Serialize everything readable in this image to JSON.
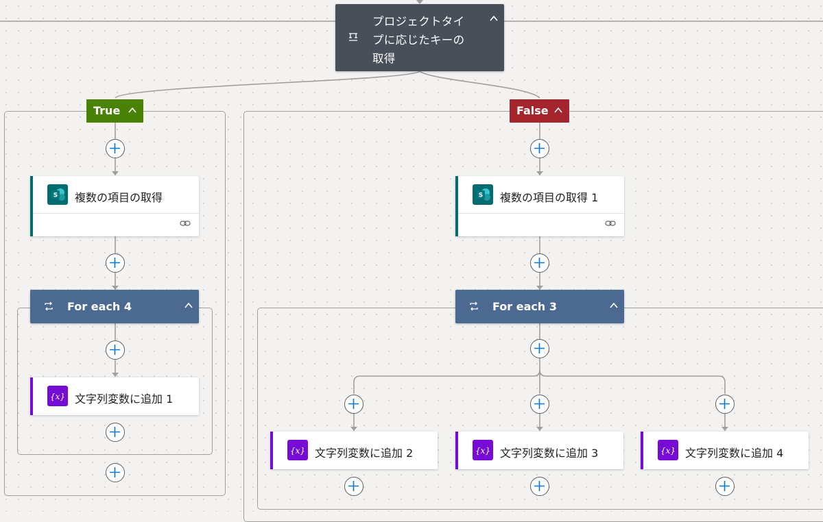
{
  "colors": {
    "condition": "#484f58",
    "true_branch": "#498205",
    "false_branch": "#a4262c",
    "foreach": "#4c6a91",
    "sharepoint": "#036c70",
    "variable": "#770bd6",
    "add_plus": "#0078d4"
  },
  "condition": {
    "title": "プロジェクトタイプに応じたキーの取得",
    "icon": "condition-icon"
  },
  "true_branch": {
    "label": "True",
    "get_items": {
      "label": "複数の項目の取得",
      "icon": "sharepoint-icon"
    },
    "foreach": {
      "label": "For each 4",
      "icon": "loop-icon"
    },
    "append": {
      "label": "文字列変数に追加 1",
      "icon": "variable-icon"
    }
  },
  "false_branch": {
    "label": "False",
    "get_items": {
      "label": "複数の項目の取得 1",
      "icon": "sharepoint-icon"
    },
    "foreach": {
      "label": "For each 3",
      "icon": "loop-icon"
    },
    "appends": [
      {
        "label": "文字列変数に追加 2",
        "icon": "variable-icon"
      },
      {
        "label": "文字列変数に追加 3",
        "icon": "variable-icon"
      },
      {
        "label": "文字列変数に追加 4",
        "icon": "variable-icon"
      }
    ]
  }
}
